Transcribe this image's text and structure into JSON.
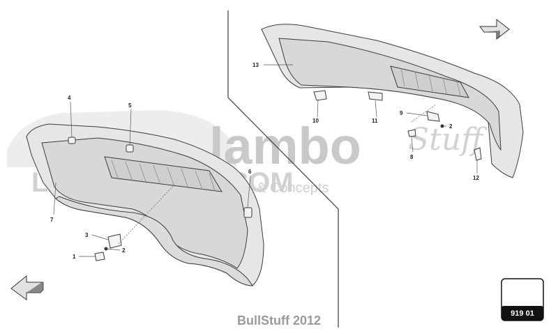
{
  "watermark": {
    "brand_main": "lambo",
    "brand_script": "Stuff",
    "url": "LAMBOSTUFF.COM",
    "tagline": "& Concepts"
  },
  "callouts": {
    "c1": "1",
    "c2": "2",
    "c3": "3",
    "c4": "4",
    "c5": "5",
    "c6": "6",
    "c7": "7",
    "c8": "8",
    "c9": "9",
    "c10": "10",
    "c11": "11",
    "c12": "12",
    "c13": "13",
    "c2b": "2"
  },
  "page_code": "919 01",
  "footer": "BullStuff 2012",
  "colors": {
    "line": "#3a3a3a",
    "panel": "#e4e4e4",
    "watermark": "#c9c9c9",
    "badge": "#111111"
  },
  "icons": {
    "front_arrow": "arrow-down-left-icon",
    "rear_arrow": "arrow-up-right-icon"
  }
}
